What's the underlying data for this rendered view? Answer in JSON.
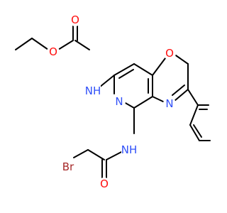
{
  "diagram": {
    "colors": {
      "bond": "#000000",
      "O": "#ff0d0d",
      "N": "#3050f8",
      "Br": "#a62929",
      "background": "#ffffff"
    },
    "atoms": {
      "o_carbonyl_carbamate": {
        "text": "O"
      },
      "o_ester": {
        "text": "O"
      },
      "n_carbamate": {
        "text": "NH"
      },
      "o_ring": {
        "text": "O"
      },
      "n_pyridine": {
        "text": "N"
      },
      "n_imine": {
        "text": "N"
      },
      "n_amide": {
        "text": "NH"
      },
      "o_amide": {
        "text": "O"
      },
      "br": {
        "text": "Br"
      }
    }
  }
}
